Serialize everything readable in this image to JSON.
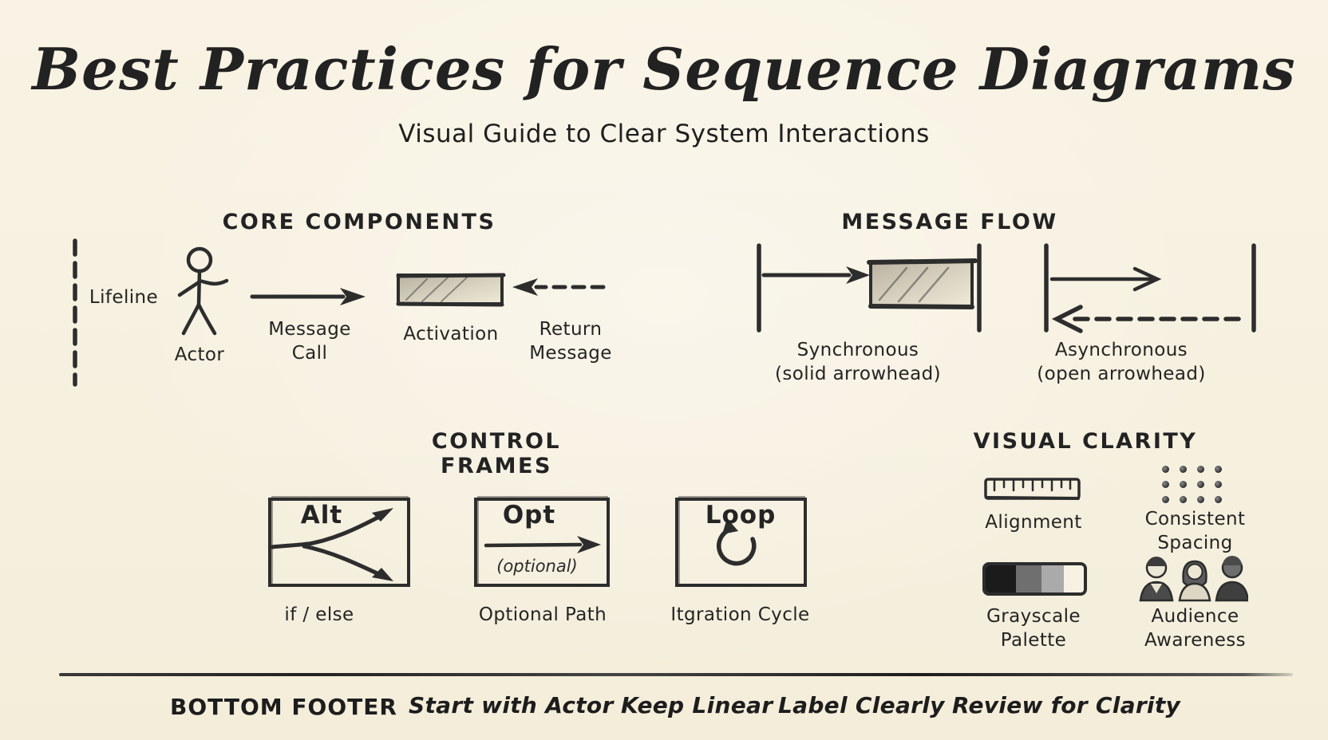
{
  "page": {
    "title": "Best Practices for Sequence Diagrams",
    "subtitle": "Visual Guide to Clear System Interactions",
    "ink_color": "#2d2d2d",
    "paper_color": "#f6f0df"
  },
  "core_components": {
    "heading": "CORE COMPONENTS",
    "lifeline_label": "Lifeline",
    "actor_label": "Actor",
    "message_call": [
      "Message",
      "Call"
    ],
    "activation_label": "Activation",
    "return_message": [
      "Return",
      "Message"
    ]
  },
  "message_flow": {
    "heading": "MESSAGE FLOW",
    "synchronous": [
      "Synchronous",
      "(solid arrowhead)"
    ],
    "asynchronous": [
      "Asynchronous",
      "(open arrowhead)"
    ]
  },
  "control_frames": {
    "heading": "CONTROL FRAMES",
    "alt": {
      "title": "Alt",
      "caption": "if / else"
    },
    "opt": {
      "title": "Opt",
      "annotation": "(optional)",
      "caption": "Optional Path"
    },
    "loop": {
      "title": "Loop",
      "caption": "Itgration Cycle"
    }
  },
  "visual_clarity": {
    "heading": "VISUAL CLARITY",
    "alignment_label": "Alignment",
    "consistent_spacing": [
      "Consistent",
      "Spacing"
    ],
    "grayscale_palette": [
      "Grayscale",
      "Palette"
    ],
    "audience_awareness": [
      "Audience",
      "Awareness"
    ],
    "palette_swatches": [
      "#1b1b1b",
      "#6f6f6f",
      "#aaaaaa",
      "#f6f1e2"
    ]
  },
  "footer": {
    "label": "BOTTOM FOOTER",
    "items": [
      "Start with Actor",
      "Keep Linear",
      "Label Clearly",
      "Review for Clarity"
    ]
  }
}
